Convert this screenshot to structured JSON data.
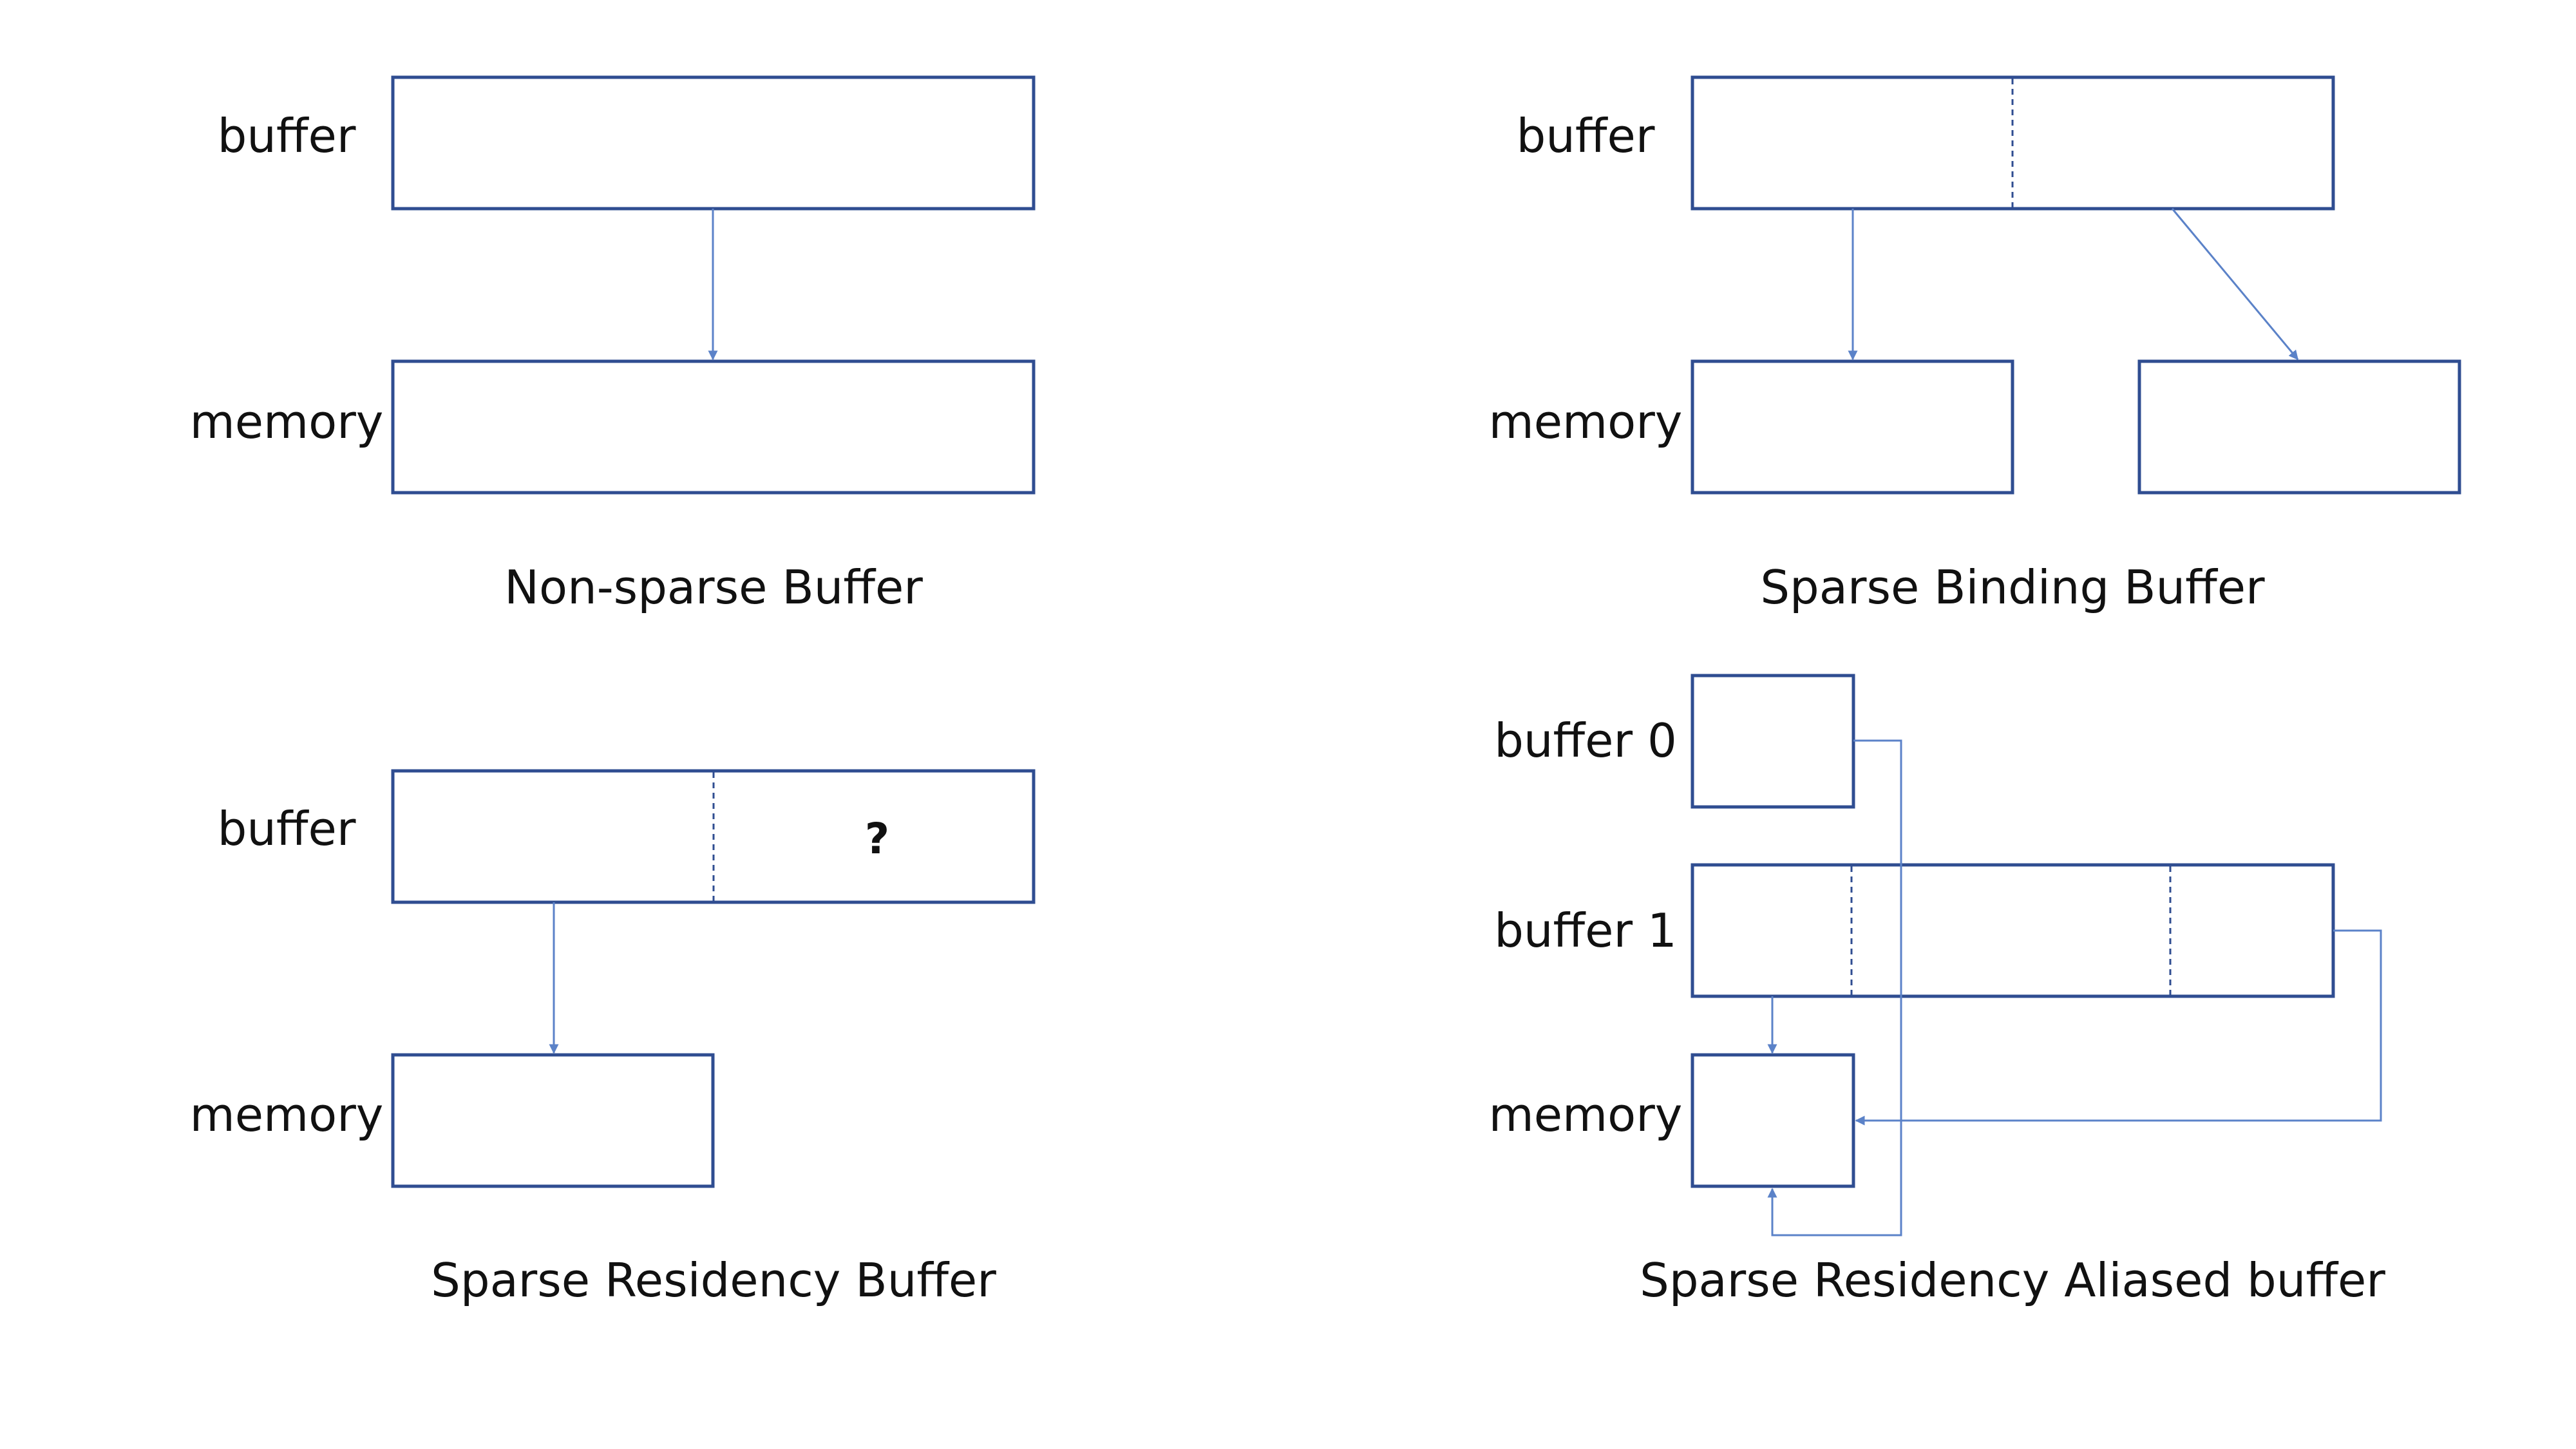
{
  "panels": {
    "non_sparse": {
      "buffer_label": "buffer",
      "memory_label": "memory",
      "caption": "Non-sparse Buffer"
    },
    "sparse_binding": {
      "buffer_label": "buffer",
      "memory_label": "memory",
      "caption": "Sparse Binding Buffer"
    },
    "sparse_residency": {
      "buffer_label": "buffer",
      "memory_label": "memory",
      "unbound_marker": "?",
      "caption": "Sparse Residency Buffer"
    },
    "sparse_residency_aliased": {
      "buffer0_label": "buffer 0",
      "buffer1_label": "buffer 1",
      "memory_label": "memory",
      "caption": "Sparse Residency Aliased buffer"
    }
  },
  "colors": {
    "box_stroke": "#2f4d91",
    "connector": "#5b82c8",
    "text": "#111111"
  }
}
